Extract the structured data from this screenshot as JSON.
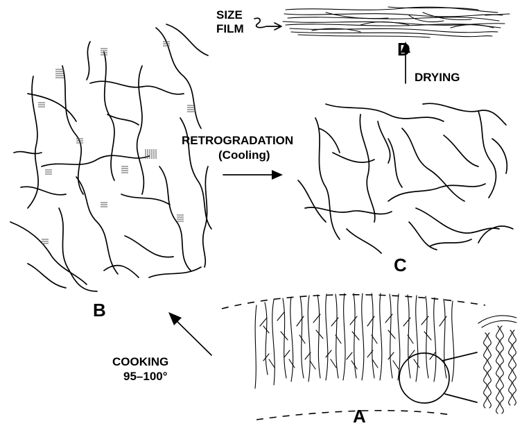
{
  "labels": {
    "size": "SIZE",
    "film": "FILM",
    "stage_d": "D",
    "drying": "DRYING",
    "retrogradation": "RETROGRADATION",
    "cooling": "(Cooling)",
    "stage_c": "C",
    "stage_b": "B",
    "stage_a": "A",
    "cooking": "COOKING",
    "temperature": "95–100°"
  }
}
